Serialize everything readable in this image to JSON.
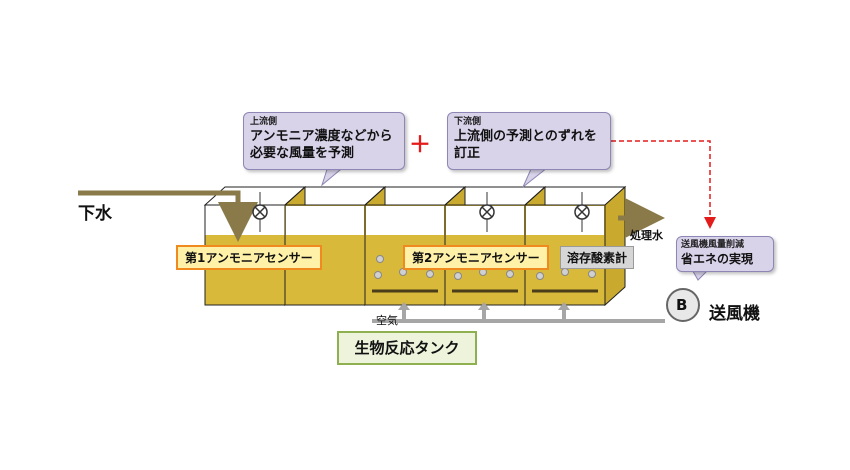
{
  "labels": {
    "influent": "下水",
    "treated_water": "処理水",
    "air": "空気",
    "blower_letter": "B",
    "blower": "送風機",
    "tank_name": "生物反応タンク",
    "plus": "＋"
  },
  "sensors": {
    "ammonia1": "第1アンモニアセンサー",
    "ammonia2": "第2アンモニアセンサー",
    "do_meter": "溶存酸素計"
  },
  "callouts": {
    "upstream": {
      "header": "上流側",
      "line1": "アンモニア濃度などから",
      "line2": "必要な風量を予測"
    },
    "downstream": {
      "header": "下流側",
      "line1": "上流側の予測とのずれを",
      "line2": "訂正"
    },
    "energy": {
      "header": "送風機風量削減",
      "body": "省エネの実現"
    }
  },
  "colors": {
    "liquid": "#d8b93a",
    "pipe": "#8a7a4a",
    "air_pipe": "#a6a6a6",
    "callout_fill": "#d9d3ea",
    "sensor_border": "#f08a1e",
    "signal_line": "#e31b1b"
  }
}
